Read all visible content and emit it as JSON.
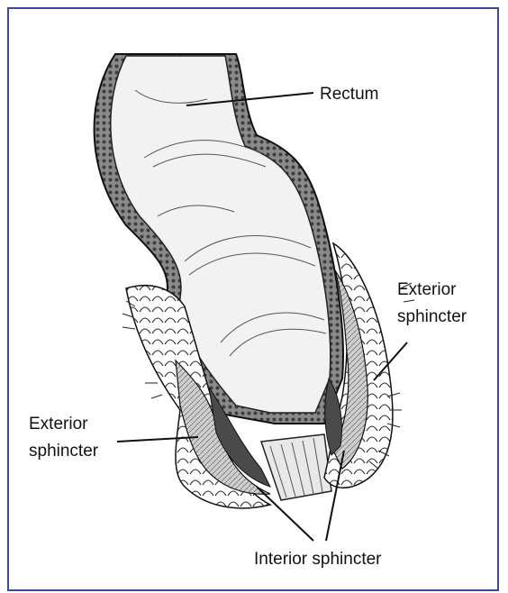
{
  "labels": {
    "rectum": "Rectum",
    "exterior_sphincter_right": [
      "Exterior",
      "sphincter"
    ],
    "exterior_sphincter_left": [
      "Exterior",
      "sphincter"
    ],
    "interior_sphincter": "Interior sphincter"
  },
  "colors": {
    "frame_border": "#3a4aa0",
    "ink": "#111111",
    "tissue_dark": "#5a5a5a",
    "tissue_mid": "#9a9a9a",
    "tissue_light": "#e6e6e6"
  }
}
